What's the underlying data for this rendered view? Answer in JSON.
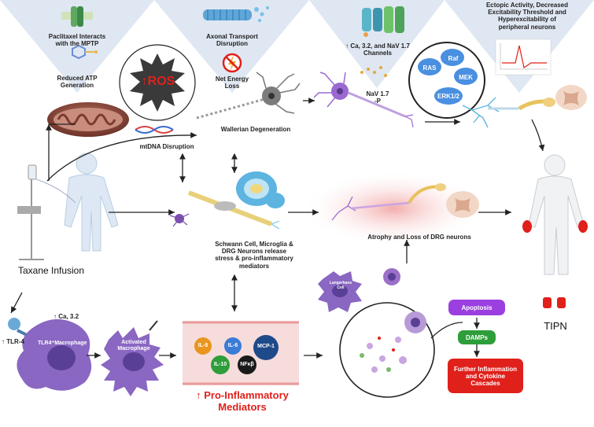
{
  "panel_top_1": {
    "line1": "Paclitaxel Interacts",
    "line2": "with the MPTP",
    "line3": "Reduced ATP",
    "line4": "Generation"
  },
  "panel_top_2": {
    "line1": "Axonal Transport",
    "line2": "Disruption",
    "line3": "Net Energy",
    "line4": "Loss"
  },
  "panel_top_3": {
    "line1": "↑ Ca, 3.2, and NaV 1.7",
    "line2": "Channels",
    "nav1": "NaV 1.7",
    "nav2": "-P"
  },
  "panel_top_4": {
    "line1": "Ectopic Activity, Decreased",
    "line2": "Excitability Threshold and",
    "line3": "Hyperexcitability of",
    "line4": "peripheral neurons"
  },
  "ros": "↑ROS",
  "wallerian": "Wallerian Degeneration",
  "mtdna": "mtDNA Disruption",
  "raf_cycle": {
    "ras": "RAS",
    "raf": "Raf",
    "mek": "MEK",
    "erk": "ERK1/2"
  },
  "schwann": {
    "line1": "Schwann Cell, Microglia &",
    "line2": "DRG Neurons release",
    "line3": "stress & pro-inflammatory",
    "line4": "mediators"
  },
  "atrophy": "Atrophy and Loss of DRG neurons",
  "taxane": "Taxane Infusion",
  "tipn": "TIPN",
  "tlr4": "↑ TLR-4",
  "ca32": "↑ Ca, 3.2",
  "macrophage": "TLR4⁺Macrophage",
  "activated": {
    "line1": "Activated",
    "line2": "Macrophage"
  },
  "langerhans": {
    "line1": "Langerhans",
    "line2": "Cell"
  },
  "mediators": {
    "il8": "IL-8",
    "il6": "IL-6",
    "mcp1": "MCP-1",
    "il10": "IL-10",
    "nfkb": "NFκβ"
  },
  "pro_inflam": {
    "line1": "↑ Pro-Inflammatory",
    "line2": "Mediators"
  },
  "apoptosis": "Apoptosis",
  "damps": "DAMPs",
  "further": {
    "line1": "Further Inflammation",
    "line2": "and Cytokine",
    "line3": "Cascades"
  },
  "colors": {
    "panel": "#dde6f2",
    "accent_red": "#e0201b",
    "purple": "#8e5ac8",
    "green": "#2e9e3a",
    "blue_pill": "#4a8fe0",
    "macrophage": "#7a5fb0"
  }
}
